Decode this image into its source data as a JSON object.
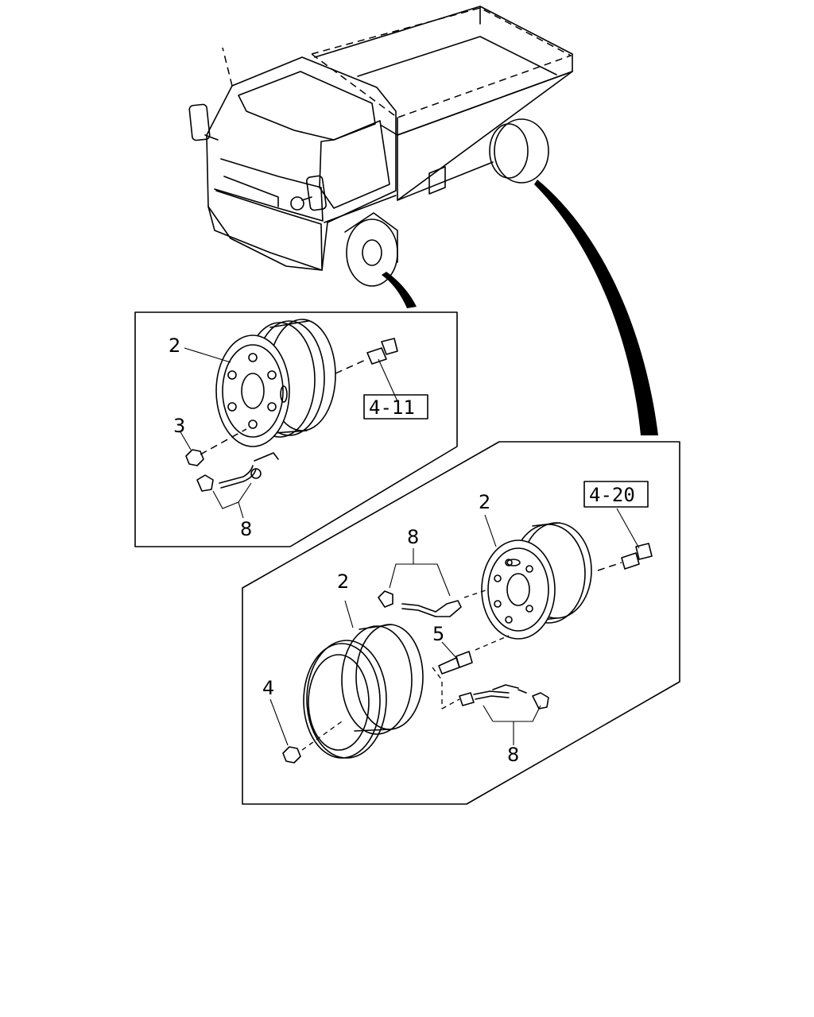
{
  "diagram": {
    "callouts": {
      "top_wheel_rim": "2",
      "top_nut": "3",
      "top_extension": "8",
      "rear_outer_rim": "2",
      "rear_inner_rim": "2",
      "rear_nut": "4",
      "rear_stud": "5",
      "rear_extension_upper": "8",
      "rear_extension_lower": "8"
    },
    "references": {
      "front_hub_ref": "4-11",
      "rear_hub_ref": "4-20"
    }
  }
}
